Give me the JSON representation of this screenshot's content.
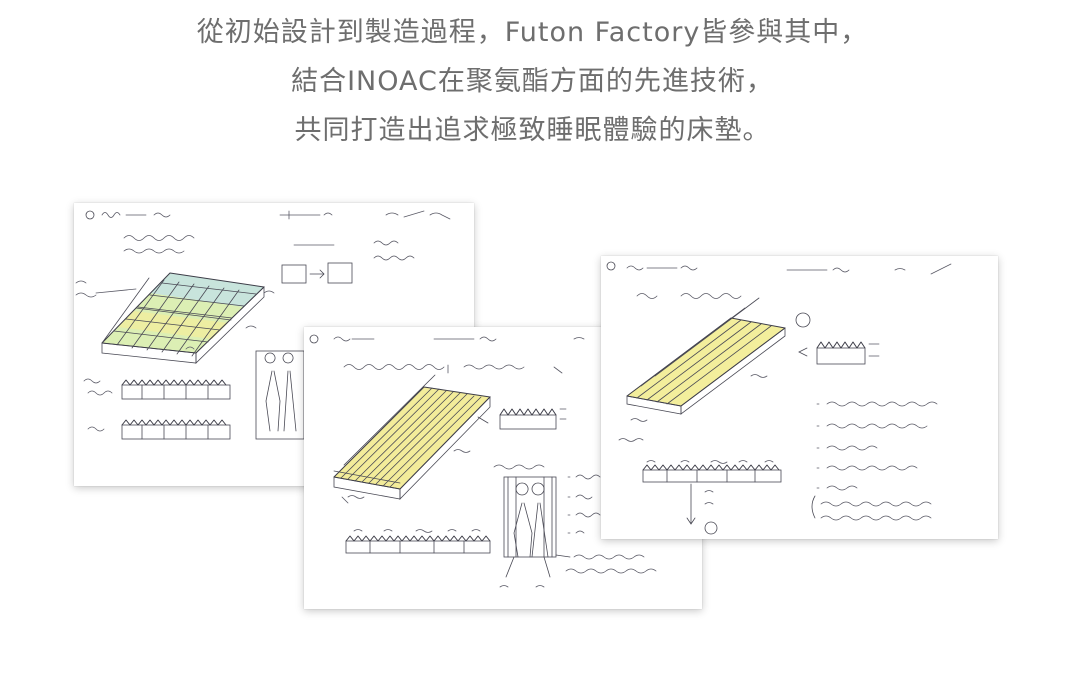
{
  "intro": {
    "lines": [
      "從初始設計到製造過程，Futon Factory皆參與其中，",
      "結合INOAC在聚氨酯方面的先進技術，",
      "共同打造出追求極致睡眠體驗的床墊。"
    ]
  },
  "sketches": [
    {
      "name": "mattress-sketch-1"
    },
    {
      "name": "mattress-sketch-2"
    },
    {
      "name": "mattress-sketch-3"
    }
  ],
  "colors": {
    "text": "#6e6e6e",
    "sketch_yellow": "#f3ec9a",
    "sketch_green": "#c9e8a6",
    "sketch_blue": "#bfe0ec",
    "ink": "#3d3d48"
  }
}
